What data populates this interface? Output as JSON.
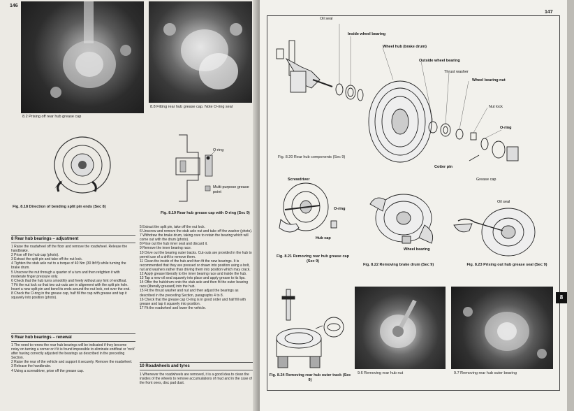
{
  "pages": {
    "left_number": "146",
    "right_number": "147"
  },
  "section_tab": "8",
  "left_figures": {
    "fig_8_2": "8.2 Prising off rear hub grease cap",
    "fig_8_8": "8.8 Fitting rear hub grease cap. Note O-ring seal",
    "fig_8_18": "Fig. 8.18 Direction of bending split pin ends (Sec 8)",
    "fig_8_19": "Fig. 8.19 Rear hub grease cap with O-ring (Sec 9)",
    "oring_label": "O-ring",
    "grease_label": "Multi-purpose grease point"
  },
  "section8": {
    "heading": "8   Rear hub bearings – adjustment",
    "paragraphs": [
      "1   Raise the roadwheel off the floor and remove the roadwheel. Release the handbrake.",
      "2   Prise off the hub cap (photo).",
      "3   Extract the split pin and take off the nut lock.",
      "4   Tighten the stub axle nut to a torque of 40 Nm (30 lbf ft) while turning the brake drum.",
      "5   Unscrew the nut through a quarter of a turn and then retighten it with moderate finger pressure only.",
      "6   Check that the hub turns smoothly and freely without any hint of endfloat.",
      "7   Fit the nut lock so that two cut-outs are in alignment with the split pin hole. Insert a new split pin and bend its ends around the nut lock, not over the end.",
      "8   Check the O-ring in the grease cap, half fill the cap with grease and tap it squarely into position (photo)."
    ]
  },
  "section9": {
    "heading": "9   Rear hub bearings – renewal",
    "paragraphs": [
      "1   The need to renew the rear hub bearings will be indicated if they become noisy on turning a corner or if it is found impossible to eliminate endfloat or 'rock' after having correctly adjusted the bearings as described in the preceding Section.",
      "2   Raise the rear of the vehicle and support it securely. Remove the roadwheel.",
      "3   Release the handbrake.",
      "4   Using a screwdriver, prise off the grease cap."
    ]
  },
  "column2": {
    "paragraphs": [
      "5   Extract the split pin, take off the nut lock.",
      "6   Unscrew and remove the stub axle nut and take off the washer (photo).",
      "7   Withdraw the brake drum, taking care to retain the bearing which will come out with the drum (photo).",
      "8   Prise out the hub inner seal and discard it.",
      "9   Remove the inner bearing race.",
      "10  Drive out the bearing outer tracks. Cut-outs are provided in the hub to permit use of a drift to remove them.",
      "11  Clean the inside of the hub and then fit the new bearings. It is recommended that they are pressed or drawn into position using a bolt, nut and washers rather than driving them into position which may crack.",
      "12  Apply grease liberally to the inner bearing race and inside the hub.",
      "13  Tap a new oil seal squarely into place and apply grease to its lips.",
      "14  Offer the hub/drum onto the stub axle and then fit the outer bearing race (liberally greased) into the hub.",
      "15  Fit the thrust washer and nut and then adjust the bearings as described in the preceding Section, paragraphs 4 to 8.",
      "16  Check that the grease cap O-ring is in good order and half fill with grease and tap it squarely into position.",
      "17  Fit the roadwheel and lower the vehicle."
    ],
    "heading10": "10  Roadwheels and tyres",
    "para10": "1   Whenever the roadwheels are removed, it is a good idea to clean the insides of the wheels to remove accumulations of mud and in the case of the front ones, disc pad dust."
  },
  "fig_8_20": {
    "caption": "Fig. 8.20 Rear hub components (Sec 9)",
    "labels": {
      "oil_seal": "Oil seal",
      "inside_bearing": "Inside wheel bearing",
      "wheel_hub": "Wheel hub (brake drum)",
      "outside_bearing": "Outside wheel bearing",
      "thrust_washer": "Thrust washer",
      "wheel_nut": "Wheel bearing nut",
      "nut_lock": "Nut lock",
      "o_ring": "O-ring",
      "cotter_pin": "Cotter pin",
      "grease_cap": "Grease cap"
    }
  },
  "fig_8_21": {
    "caption": "Fig. 8.21 Removing rear hub grease cap (Sec 9)",
    "screwdriver": "Screwdriver",
    "o_ring": "O-ring",
    "hub_cap": "Hub cap"
  },
  "fig_8_22": {
    "caption": "Fig. 8.22 Removing brake drum (Sec 9)",
    "wheel_bearing": "Wheel bearing"
  },
  "fig_8_23": {
    "caption": "Fig. 8.23 Prising out hub grease seal (Sec 9)",
    "oil_seal": "Oil seal"
  },
  "fig_8_24": {
    "caption": "Fig. 8.24 Removing rear hub outer track (Sec 9)"
  },
  "photo_9_6": "9.6 Removing rear hub nut",
  "photo_9_7": "9.7 Removing rear hub outer bearing"
}
